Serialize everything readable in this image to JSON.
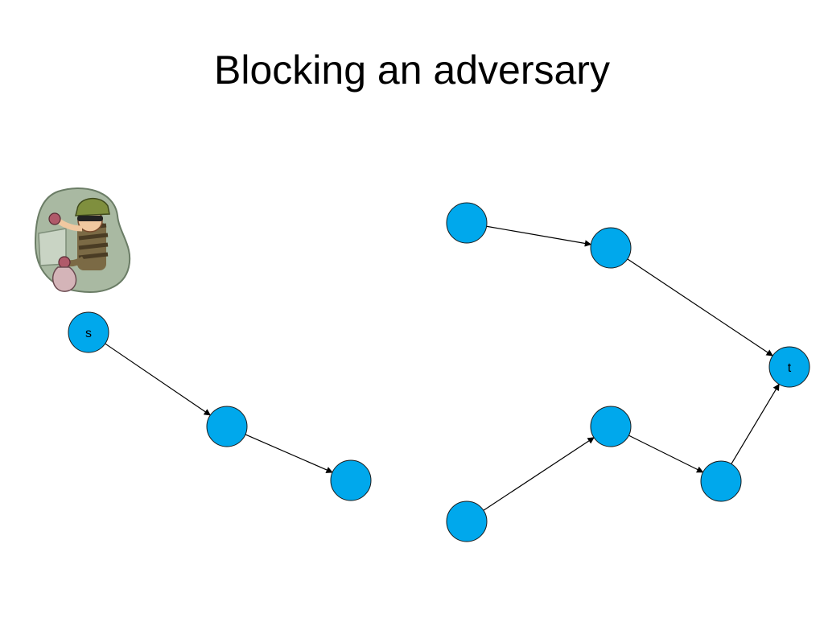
{
  "slide": {
    "title": "Blocking an adversary"
  },
  "colors": {
    "node_fill": "#00a8ec",
    "node_stroke": "#1a1a1a",
    "edge": "#000000"
  },
  "illustration": {
    "icon": "burglar-clipart"
  },
  "graph": {
    "nodes": [
      {
        "id": "s",
        "label": "s"
      },
      {
        "id": "a",
        "label": ""
      },
      {
        "id": "b",
        "label": ""
      },
      {
        "id": "c",
        "label": ""
      },
      {
        "id": "d",
        "label": ""
      },
      {
        "id": "t",
        "label": "t"
      },
      {
        "id": "e",
        "label": ""
      },
      {
        "id": "f",
        "label": ""
      },
      {
        "id": "g",
        "label": ""
      }
    ],
    "edges": [
      {
        "from": "s",
        "to": "a"
      },
      {
        "from": "a",
        "to": "b"
      },
      {
        "from": "c",
        "to": "d"
      },
      {
        "from": "d",
        "to": "t"
      },
      {
        "from": "e",
        "to": "f"
      },
      {
        "from": "f",
        "to": "g"
      },
      {
        "from": "g",
        "to": "t"
      }
    ]
  }
}
